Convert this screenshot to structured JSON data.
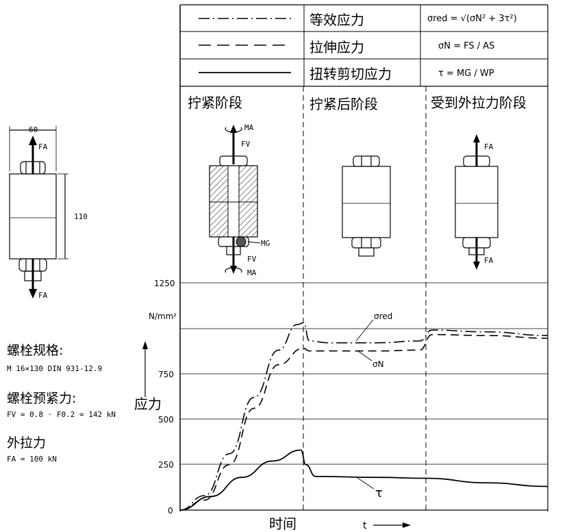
{
  "legend": [
    {
      "line_style": "dash-dot",
      "label": "等效应力",
      "formula": "σred = √(σN² + 3τ²)"
    },
    {
      "line_style": "dashed",
      "label": "拉伸应力",
      "formula": "σN = FS / AS"
    },
    {
      "line_style": "solid",
      "label": "扭转剪切应力",
      "formula": "τ = MG / WP"
    }
  ],
  "stages": [
    "拧紧阶段",
    "拧紧后阶段",
    "受到外拉力阶段"
  ],
  "left_bolt": {
    "width_label": "60",
    "height_label": "110",
    "force_top": "FA",
    "force_bottom": "FA"
  },
  "stage1_labels": {
    "torque_top": "MA",
    "preload_top": "FV",
    "thread_torque": "MG",
    "preload_bottom": "FV",
    "torque_bottom": "MA"
  },
  "stage3_labels": {
    "force_top": "FA",
    "force_bottom": "FA"
  },
  "specs": {
    "bolt_spec_title": "螺栓规格:",
    "bolt_spec_value": "M 16×130 DIN 931-12.9",
    "preload_title": "螺栓预紧力:",
    "preload_value": "FV = 0.8 · F0.2 = 142 kN",
    "external_title": "外拉力",
    "external_value": "FA = 100 kN"
  },
  "axis": {
    "y_label": "应力",
    "y_unit": "N/mm²",
    "y_ticks": [
      "0",
      "250",
      "500",
      "750",
      "1250"
    ],
    "x_label": "时间",
    "x_symbol": "t"
  },
  "curve_labels": {
    "sigma_red": "σred",
    "sigma_n": "σN",
    "tau": "τ"
  },
  "chart_data": {
    "type": "line",
    "ylabel": "应力",
    "y_unit": "N/mm²",
    "xlabel": "时间",
    "ylim": [
      0,
      1250
    ],
    "y_ticks": [
      0,
      250,
      500,
      750,
      1250
    ],
    "x_units": "relative time (0 = start, 1 = end of tightening, 2 = start of external load, 3 = end)",
    "series": [
      {
        "name": "σred",
        "line_style": "dash-dot",
        "x": [
          0,
          0.2,
          0.4,
          0.6,
          0.8,
          0.95,
          1.0,
          1.05,
          1.2,
          1.6,
          1.95,
          2.05,
          2.5,
          3.0
        ],
        "y": [
          0,
          80,
          310,
          620,
          880,
          1020,
          1030,
          930,
          920,
          920,
          930,
          990,
          980,
          960
        ]
      },
      {
        "name": "σN",
        "line_style": "dashed",
        "x": [
          0,
          0.2,
          0.4,
          0.6,
          0.8,
          1.0,
          1.05,
          1.6,
          1.95,
          2.05,
          2.5,
          3.0
        ],
        "y": [
          0,
          55,
          250,
          560,
          800,
          890,
          875,
          875,
          880,
          965,
          960,
          945
        ]
      },
      {
        "name": "τ",
        "line_style": "solid",
        "x": [
          0,
          0.25,
          0.5,
          0.75,
          0.98,
          1.02,
          1.1,
          1.6,
          2.0,
          2.5,
          3.0
        ],
        "y": [
          0,
          75,
          180,
          270,
          330,
          250,
          185,
          180,
          175,
          150,
          130
        ]
      }
    ]
  }
}
